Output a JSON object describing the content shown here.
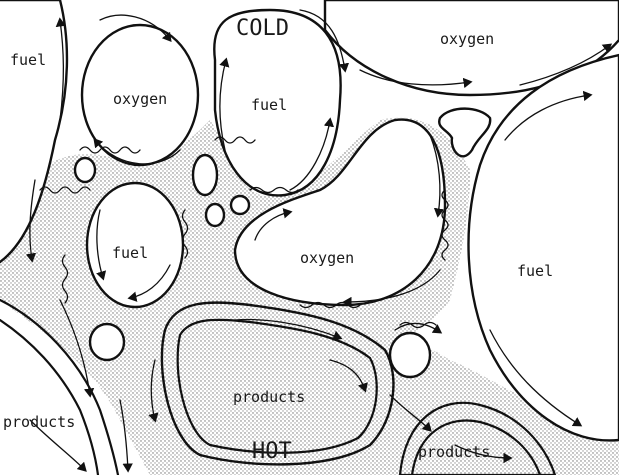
{
  "labels": {
    "top": "COLD",
    "bottom": "HOT",
    "fuel": "fuel",
    "oxygen": "oxygen",
    "products": "products"
  }
}
